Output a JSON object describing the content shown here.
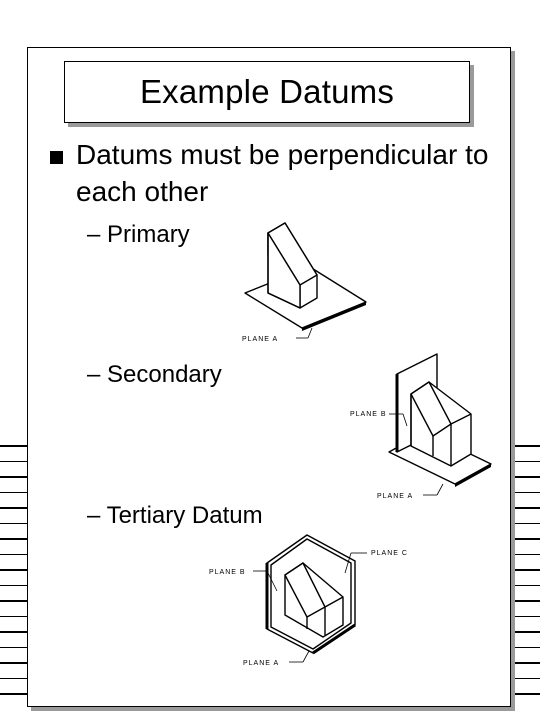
{
  "slide": {
    "title": "Example Datums",
    "bullet": "Datums must be perpendicular to each other",
    "sub_items": [
      {
        "label": "– Primary"
      },
      {
        "label": "– Secondary"
      },
      {
        "label": "– Tertiary Datum"
      }
    ]
  },
  "figures": {
    "primary": {
      "plane_a": "PLANE A"
    },
    "secondary": {
      "plane_b": "PLANE B",
      "plane_a": "PLANE A"
    },
    "tertiary": {
      "plane_c": "PLANE C",
      "plane_b": "PLANE B",
      "plane_a": "PLANE A"
    }
  }
}
